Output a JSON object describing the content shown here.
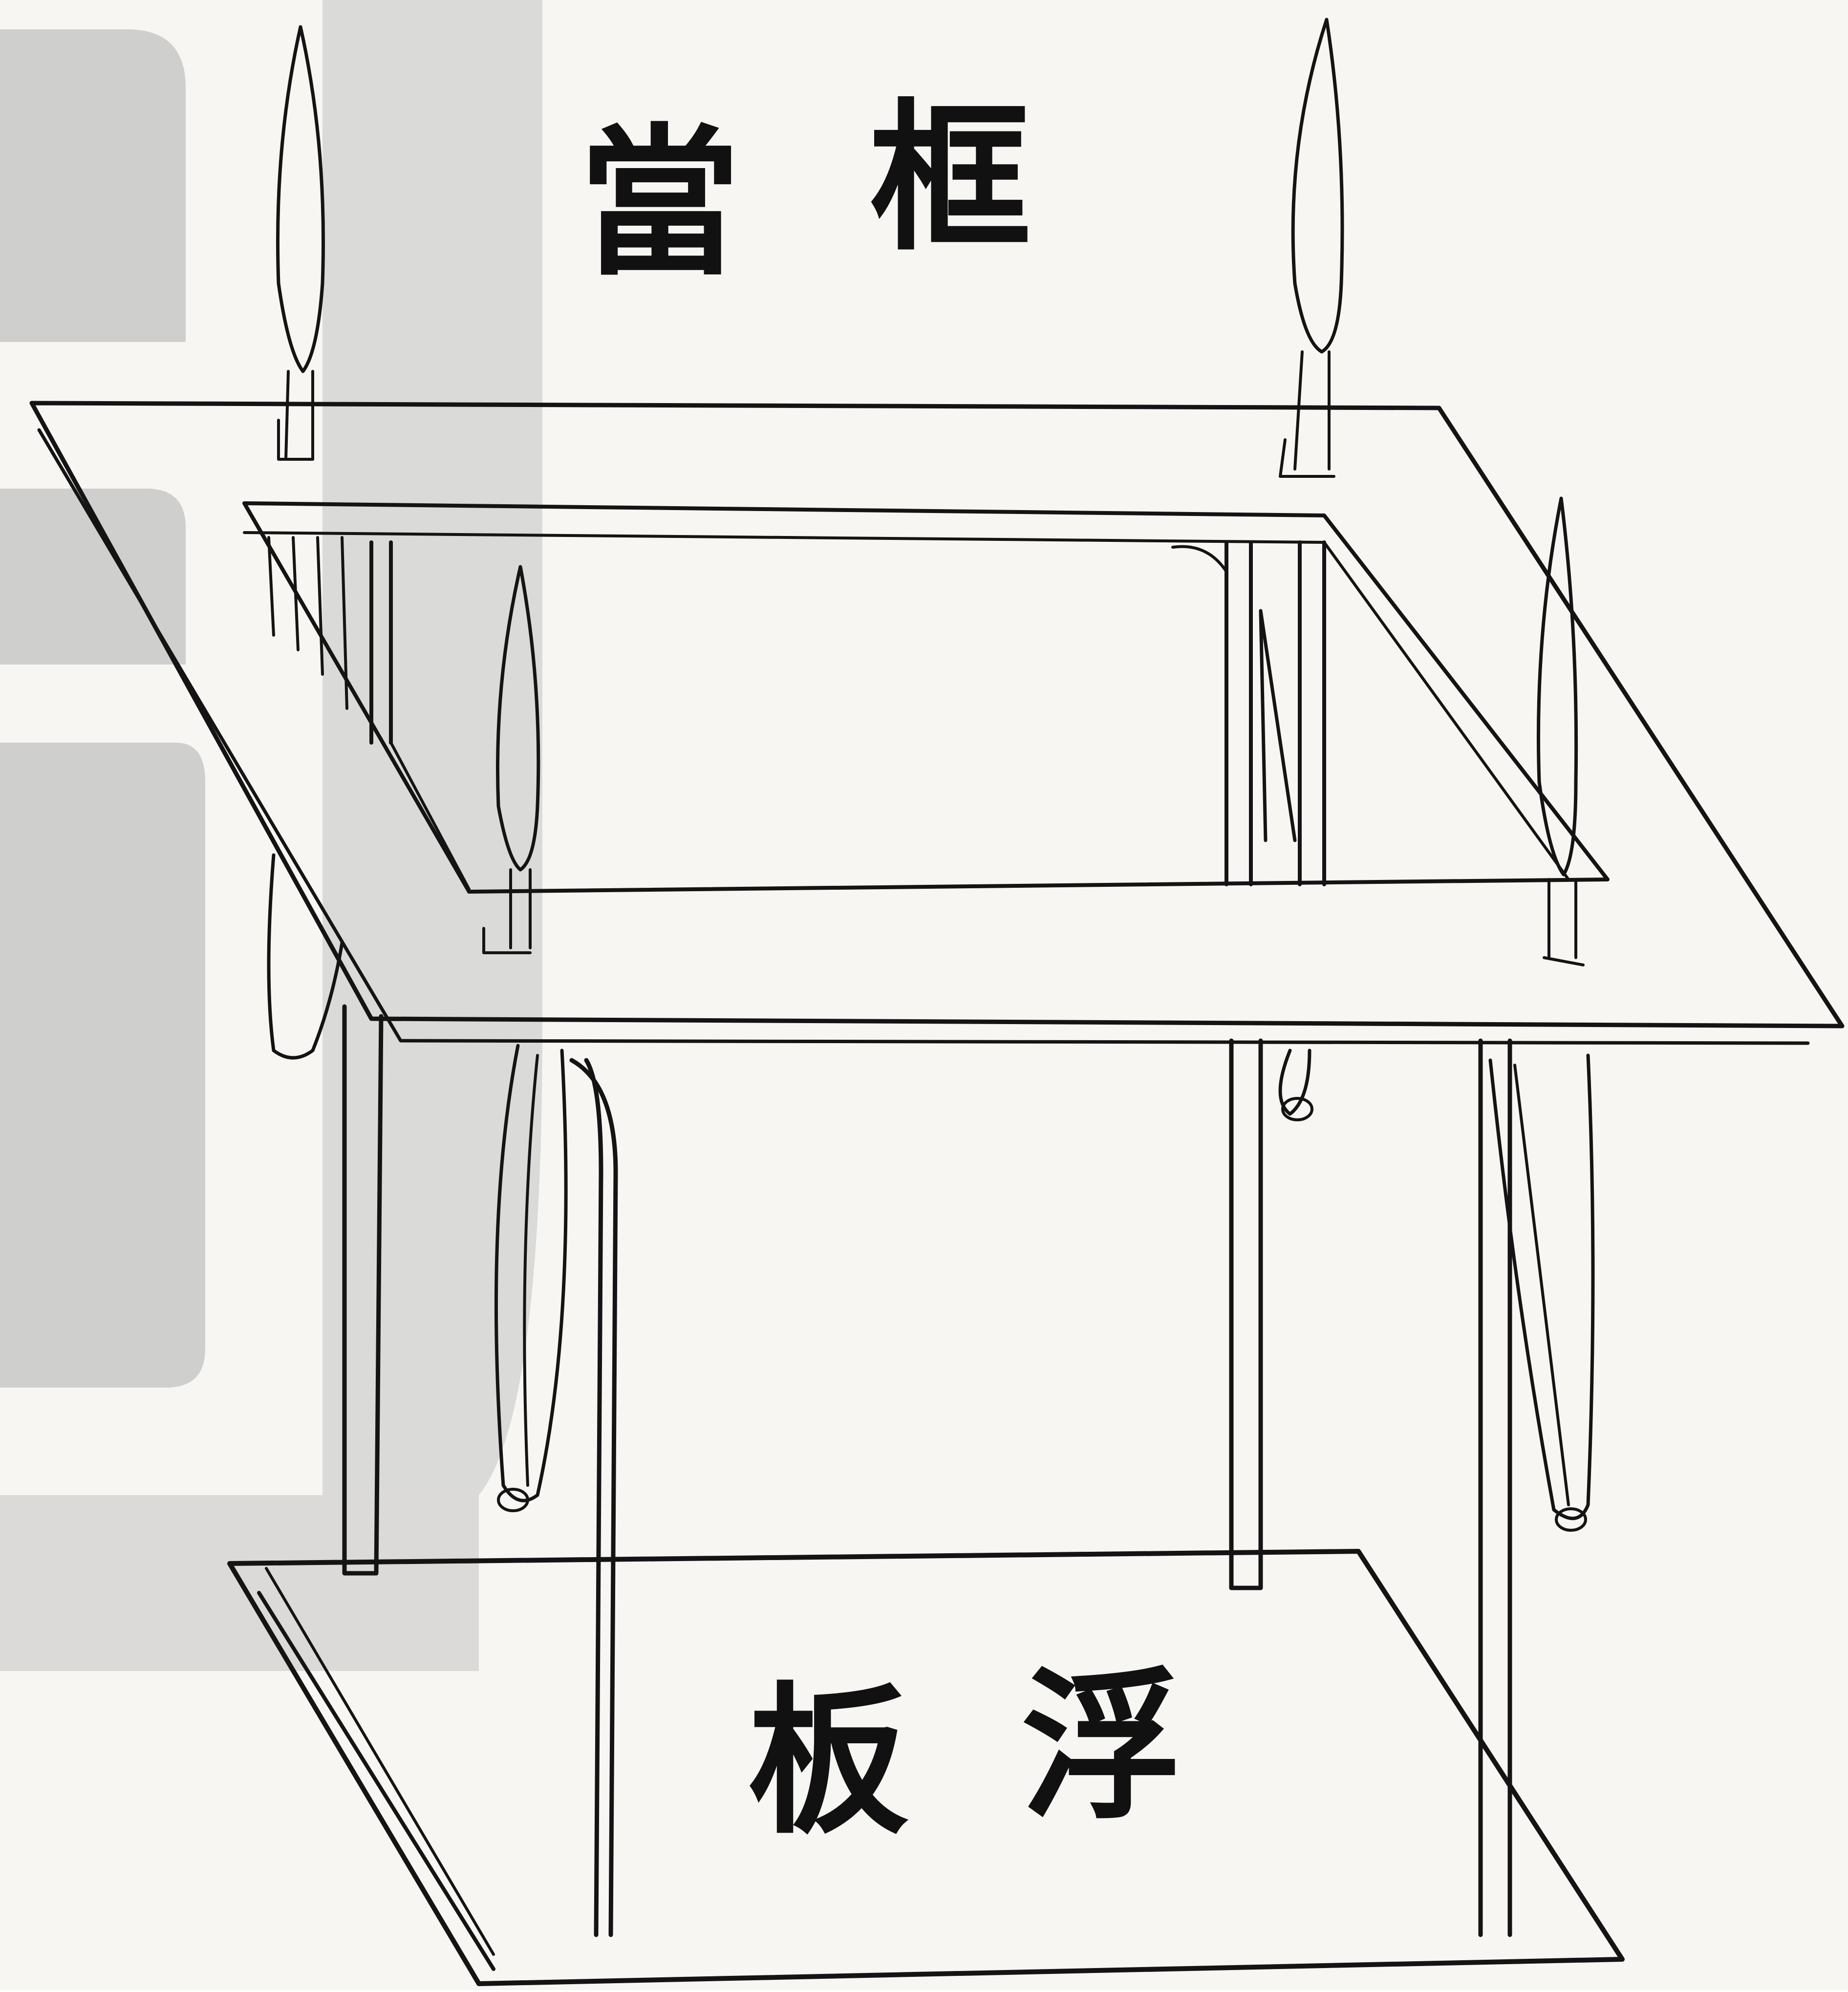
{
  "labels": {
    "top_right": "框",
    "top_left": "當",
    "bottom_right": "浮",
    "bottom_left": "板"
  },
  "colors": {
    "paper": "#f7f6f3",
    "ink": "#141414",
    "watermark": "#c8c8c8"
  }
}
